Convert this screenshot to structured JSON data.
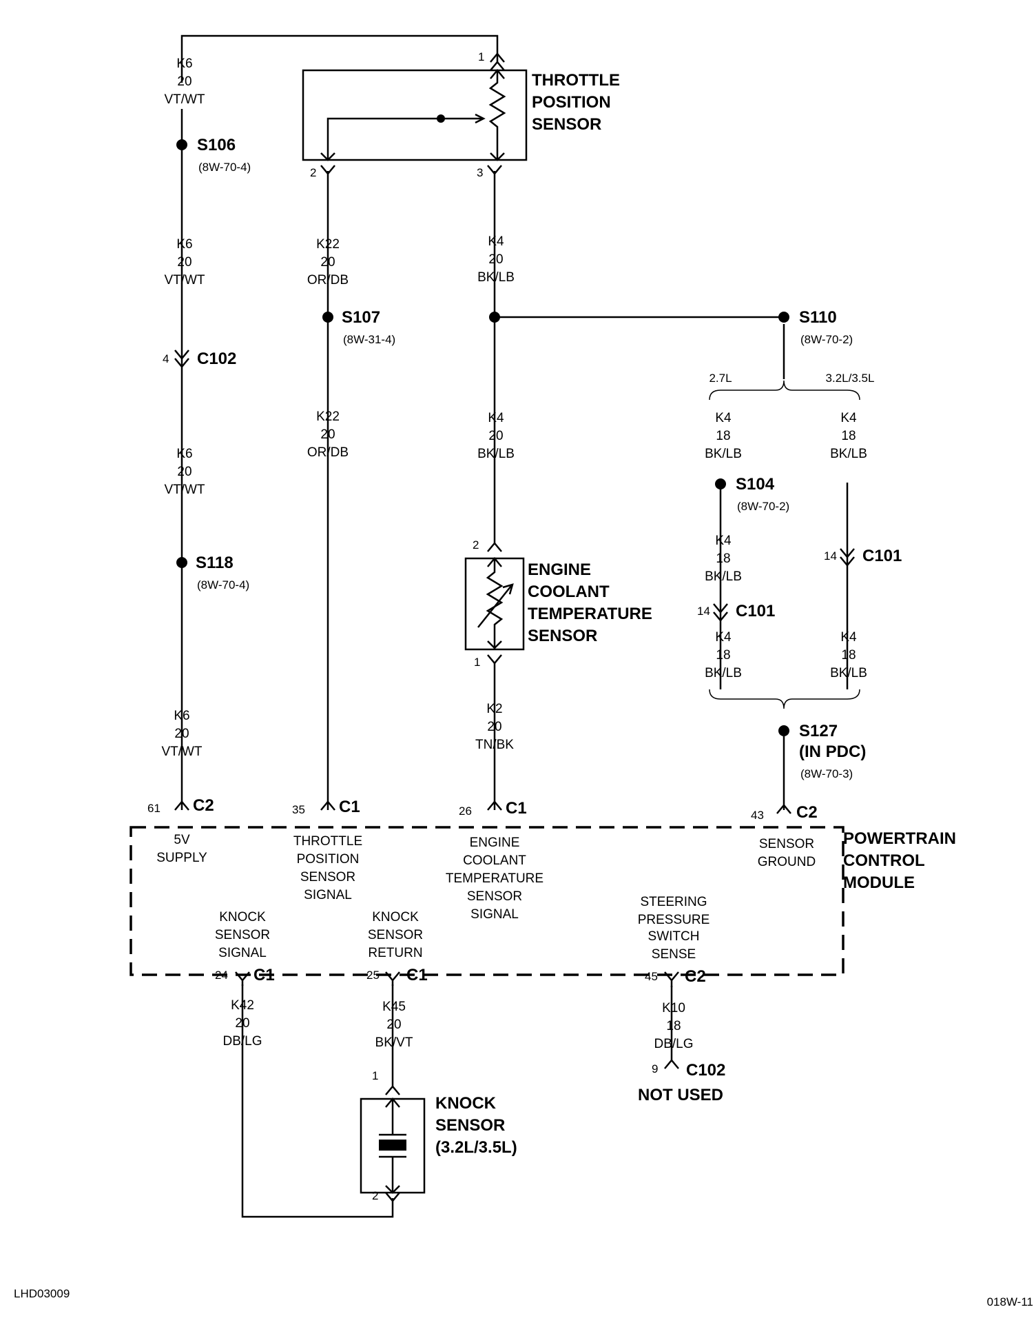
{
  "wires": {
    "k6_a": [
      "K6",
      "20",
      "VT/WT"
    ],
    "k6_b": [
      "K6",
      "20",
      "VT/WT"
    ],
    "k6_c": [
      "K6",
      "20",
      "VT/WT"
    ],
    "k6_d": [
      "K6",
      "20",
      "VT/WT"
    ],
    "k22_a": [
      "K22",
      "20",
      "OR/DB"
    ],
    "k22_b": [
      "K22",
      "20",
      "OR/DB"
    ],
    "k4_a": [
      "K4",
      "20",
      "BK/LB"
    ],
    "k4_b": [
      "K4",
      "20",
      "BK/LB"
    ],
    "k4_27a": [
      "K4",
      "18",
      "BK/LB"
    ],
    "k4_27b": [
      "K4",
      "18",
      "BK/LB"
    ],
    "k4_27c": [
      "K4",
      "18",
      "BK/LB"
    ],
    "k4_32a": [
      "K4",
      "18",
      "BK/LB"
    ],
    "k4_32b": [
      "K4",
      "18",
      "BK/LB"
    ],
    "k2": [
      "K2",
      "20",
      "TN/BK"
    ],
    "k42": [
      "K42",
      "20",
      "DB/LG"
    ],
    "k45": [
      "K45",
      "20",
      "BK/VT"
    ],
    "k10": [
      "K10",
      "18",
      "DB/LG"
    ]
  },
  "splices": {
    "s106": {
      "id": "S106",
      "ref": "(8W-70-4)"
    },
    "s118": {
      "id": "S118",
      "ref": "(8W-70-4)"
    },
    "s107": {
      "id": "S107",
      "ref": "(8W-31-4)"
    },
    "s110": {
      "id": "S110",
      "ref": "(8W-70-2)"
    },
    "s104": {
      "id": "S104",
      "ref": "(8W-70-2)"
    },
    "s127": {
      "id": "S127",
      "ref2": "(IN PDC)",
      "ref": "(8W-70-3)"
    }
  },
  "connectors": {
    "c102_top": {
      "name": "C102",
      "pin": "4"
    },
    "c101_a": {
      "name": "C101",
      "pin": "14"
    },
    "c101_b": {
      "name": "C101",
      "pin": "14"
    },
    "pcm_61": {
      "name": "C2",
      "pin": "61"
    },
    "pcm_35": {
      "name": "C1",
      "pin": "35"
    },
    "pcm_26": {
      "name": "C1",
      "pin": "26"
    },
    "pcm_43": {
      "name": "C2",
      "pin": "43"
    },
    "pcm_24": {
      "name": "C1",
      "pin": "24"
    },
    "pcm_25": {
      "name": "C1",
      "pin": "25"
    },
    "pcm_45": {
      "name": "C2",
      "pin": "45"
    },
    "c102_bottom": {
      "name": "C102",
      "pin": "9"
    }
  },
  "components": {
    "tps": {
      "lines": [
        "THROTTLE",
        "POSITION",
        "SENSOR"
      ],
      "pins": [
        "1",
        "2",
        "3"
      ]
    },
    "ects": {
      "lines": [
        "ENGINE",
        "COOLANT",
        "TEMPERATURE",
        "SENSOR"
      ],
      "pins": [
        "2",
        "1"
      ]
    },
    "knock": {
      "lines": [
        "KNOCK",
        "SENSOR",
        "(3.2L/3.5L)"
      ],
      "pins": [
        "1",
        "2"
      ]
    },
    "pcm": {
      "lines": [
        "POWERTRAIN",
        "CONTROL",
        "MODULE"
      ]
    }
  },
  "variants": {
    "left": "2.7L",
    "right": "3.2L/3.5L"
  },
  "pcm_labels": {
    "supply": [
      "5V",
      "SUPPLY"
    ],
    "tps_signal": [
      "THROTTLE",
      "POSITION",
      "SENSOR",
      "SIGNAL"
    ],
    "ects_signal": [
      "ENGINE",
      "COOLANT",
      "TEMPERATURE",
      "SENSOR",
      "SIGNAL"
    ],
    "sensor_ground": [
      "SENSOR",
      "GROUND"
    ],
    "knock_signal": [
      "KNOCK",
      "SENSOR",
      "SIGNAL"
    ],
    "knock_return": [
      "KNOCK",
      "SENSOR",
      "RETURN"
    ],
    "steering": [
      "STEERING",
      "PRESSURE",
      "SWITCH",
      "SENSE"
    ]
  },
  "not_used": "NOT USED",
  "footer": {
    "left": "LHD03009",
    "right": "018W-11"
  }
}
